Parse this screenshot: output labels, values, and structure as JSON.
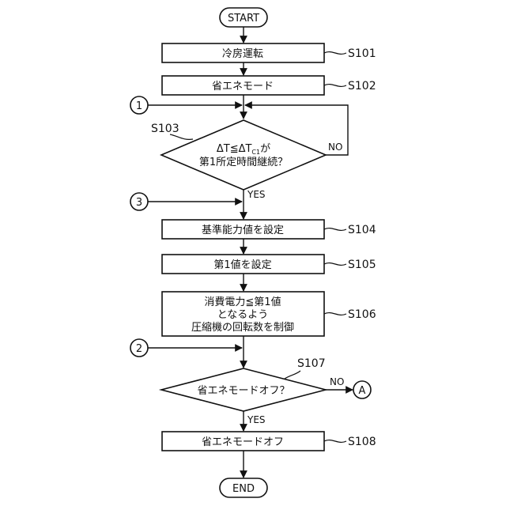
{
  "flowchart": {
    "start_label": "START",
    "end_label": "END",
    "step_ids": {
      "s101": "S101",
      "s102": "S102",
      "s103": "S103",
      "s104": "S104",
      "s105": "S105",
      "s106": "S106",
      "s107": "S107",
      "s108": "S108"
    },
    "boxes": {
      "s101": "冷房運転",
      "s102": "省エネモード",
      "s104": "基準能力値を設定",
      "s105": "第1値を設定",
      "s106": [
        "消費電力≦第1値",
        "となるよう",
        "圧縮機の回転数を制御"
      ],
      "s108": "省エネモードオフ"
    },
    "decisions": {
      "s103": {
        "line1_prefix": "ΔT≦ΔT",
        "line1_sub": "C1",
        "line1_suffix": "が",
        "line2": "第1所定時間継続？"
      },
      "s107": "省エネモードオフ？"
    },
    "connectors": {
      "c1": "1",
      "c2": "2",
      "c3": "3",
      "ca": "A"
    },
    "edge_labels": {
      "yes": "YES",
      "no": "NO"
    }
  }
}
